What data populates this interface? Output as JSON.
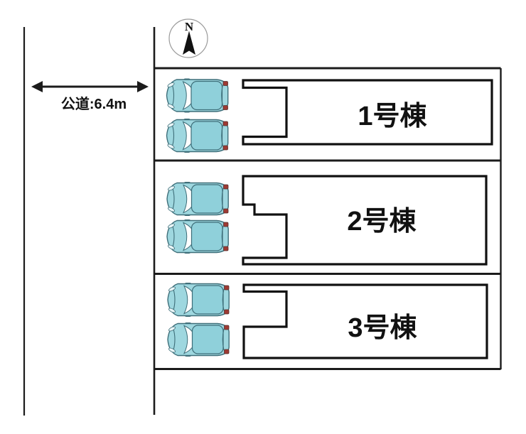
{
  "diagram": {
    "compass": {
      "north_label": "N"
    },
    "road": {
      "width_label": "公道:6.4m"
    },
    "buildings": [
      {
        "label": "1号棟"
      },
      {
        "label": "2号棟"
      },
      {
        "label": "3号棟"
      }
    ],
    "car_count_per_lot": 2,
    "lot_count": 3
  },
  "icons": {
    "compass": "north-arrow-icon",
    "car": "car-top-view-icon"
  },
  "colors": {
    "outline": "#1b1b1b",
    "car_body": "#9ED7DF",
    "car_roof": "#8FD0DA",
    "car_window": "#FDFEFE",
    "car_taillight": "#9E3A33",
    "car_headlight": "#E9F5F7",
    "car_stroke": "#3E6E79",
    "compass_ring": "#9A9A9A"
  }
}
